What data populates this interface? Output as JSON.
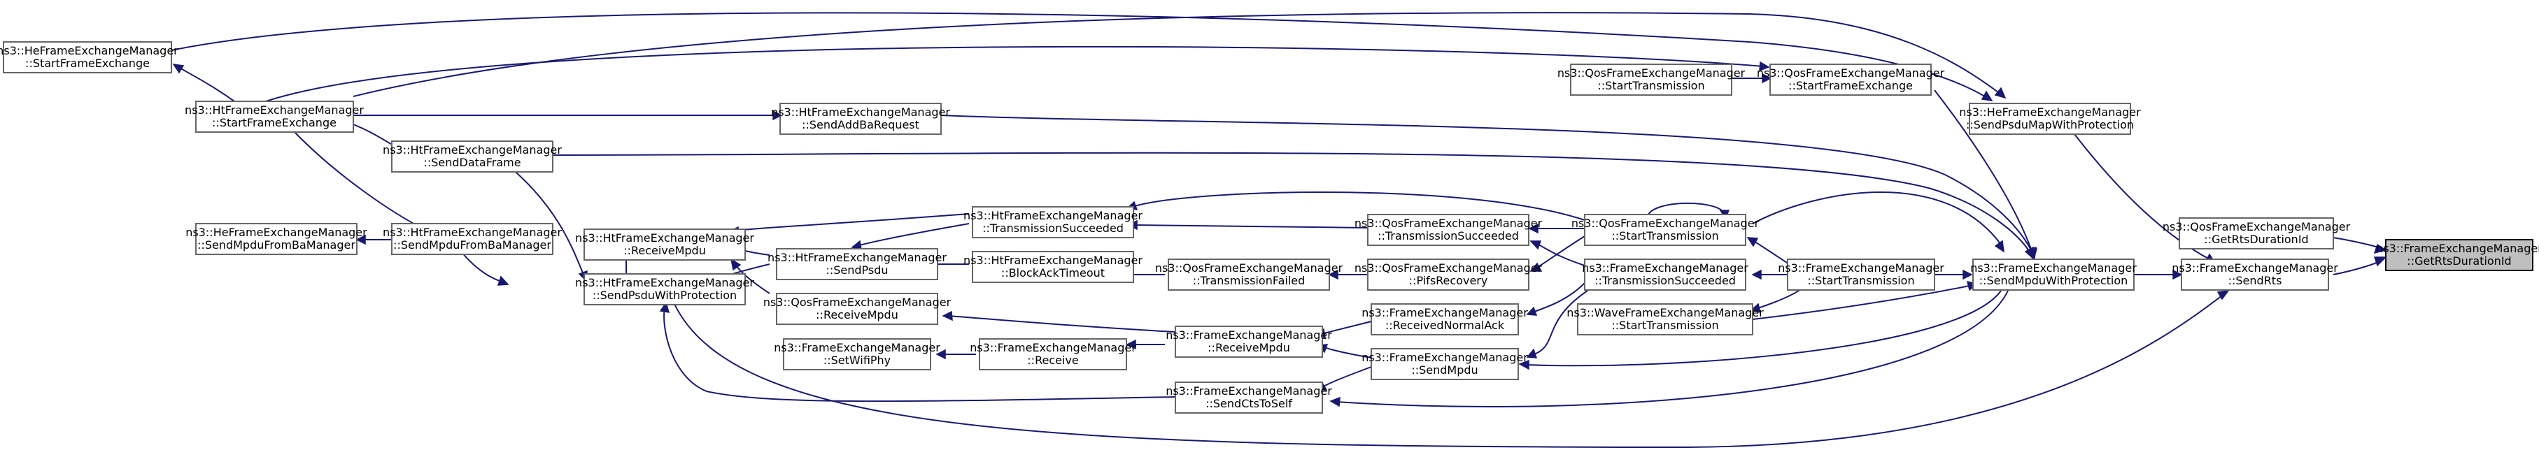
{
  "colors": {
    "edge": "#191970",
    "node_border": "#666666",
    "node_fill": "#ffffff",
    "focus_fill": "#bfbfbf"
  },
  "nodes": [
    {
      "id": "getrtsdurationid",
      "l1": "ns3::FrameExchangeManager",
      "l2": "::GetRtsDurationId",
      "focus": true
    },
    {
      "id": "qos-getrtsdurationid",
      "l1": "ns3::QosFrameExchangeManager",
      "l2": "::GetRtsDurationId"
    },
    {
      "id": "sendrts",
      "l1": "ns3::FrameExchangeManager",
      "l2": "::SendRts"
    },
    {
      "id": "he-sendpsdumap",
      "l1": "ns3::HeFrameExchangeManager",
      "l2": "::SendPsduMapWithProtection"
    },
    {
      "id": "sendmpduwithprot",
      "l1": "ns3::FrameExchangeManager",
      "l2": "::SendMpduWithProtection"
    },
    {
      "id": "qos-startframeexchange",
      "l1": "ns3::QosFrameExchangeManager",
      "l2": "::StartFrameExchange"
    },
    {
      "id": "qos-starttransmission",
      "l1": "ns3::QosFrameExchangeManager",
      "l2": "::StartTransmission"
    },
    {
      "id": "fem-starttransmission",
      "l1": "ns3::FrameExchangeManager",
      "l2": "::StartTransmission"
    },
    {
      "id": "wave-starttransmission",
      "l1": "ns3::WaveFrameExchangeManager",
      "l2": "::StartTransmission"
    },
    {
      "id": "qos-starttransmission2",
      "l1": "ns3::QosFrameExchangeManager",
      "l2": "::StartTransmission"
    },
    {
      "id": "fem-transmissionsucceeded",
      "l1": "ns3::FrameExchangeManager",
      "l2": "::TransmissionSucceeded"
    },
    {
      "id": "qos-transmissionsucceeded",
      "l1": "ns3::QosFrameExchangeManager",
      "l2": "::TransmissionSucceeded"
    },
    {
      "id": "qos-pifsrecovery",
      "l1": "ns3::QosFrameExchangeManager",
      "l2": "::PifsRecovery"
    },
    {
      "id": "qos-transmissionfailed",
      "l1": "ns3::QosFrameExchangeManager",
      "l2": "::TransmissionFailed"
    },
    {
      "id": "fem-receivednormalack",
      "l1": "ns3::FrameExchangeManager",
      "l2": "::ReceivedNormalAck"
    },
    {
      "id": "fem-sendmpdu",
      "l1": "ns3::FrameExchangeManager",
      "l2": "::SendMpdu"
    },
    {
      "id": "fem-receivempdu",
      "l1": "ns3::FrameExchangeManager",
      "l2": "::ReceiveMpdu"
    },
    {
      "id": "fem-sendctstoself",
      "l1": "ns3::FrameExchangeManager",
      "l2": "::SendCtsToSelf"
    },
    {
      "id": "fem-receive",
      "l1": "ns3::FrameExchangeManager",
      "l2": "::Receive"
    },
    {
      "id": "fem-setwifiphy",
      "l1": "ns3::FrameExchangeManager",
      "l2": "::SetWifiPhy"
    },
    {
      "id": "qos-receivempdu",
      "l1": "ns3::QosFrameExchangeManager",
      "l2": "::ReceiveMpdu"
    },
    {
      "id": "ht-transmissionsucceeded",
      "l1": "ns3::HtFrameExchangeManager",
      "l2": "::TransmissionSucceeded"
    },
    {
      "id": "ht-blockacktimeout",
      "l1": "ns3::HtFrameExchangeManager",
      "l2": "::BlockAckTimeout"
    },
    {
      "id": "ht-sendpsdu",
      "l1": "ns3::HtFrameExchangeManager",
      "l2": "::SendPsdu"
    },
    {
      "id": "ht-receivempdu",
      "l1": "ns3::HtFrameExchangeManager",
      "l2": "::ReceiveMpdu"
    },
    {
      "id": "ht-sendpsduwithprot",
      "l1": "ns3::HtFrameExchangeManager",
      "l2": "::SendPsduWithProtection"
    },
    {
      "id": "ht-sendaddbarequest",
      "l1": "ns3::HtFrameExchangeManager",
      "l2": "::SendAddBaRequest"
    },
    {
      "id": "ht-senddataframe",
      "l1": "ns3::HtFrameExchangeManager",
      "l2": "::SendDataFrame"
    },
    {
      "id": "ht-sendmpdufromba",
      "l1": "ns3::HtFrameExchangeManager",
      "l2": "::SendMpduFromBaManager"
    },
    {
      "id": "he-sendmpdufromba",
      "l1": "ns3::HeFrameExchangeManager",
      "l2": "::SendMpduFromBaManager"
    },
    {
      "id": "ht-startframeexchange",
      "l1": "ns3::HtFrameExchangeManager",
      "l2": "::StartFrameExchange"
    },
    {
      "id": "he-startframeexchange",
      "l1": "ns3::HeFrameExchangeManager",
      "l2": "::StartFrameExchange"
    }
  ]
}
